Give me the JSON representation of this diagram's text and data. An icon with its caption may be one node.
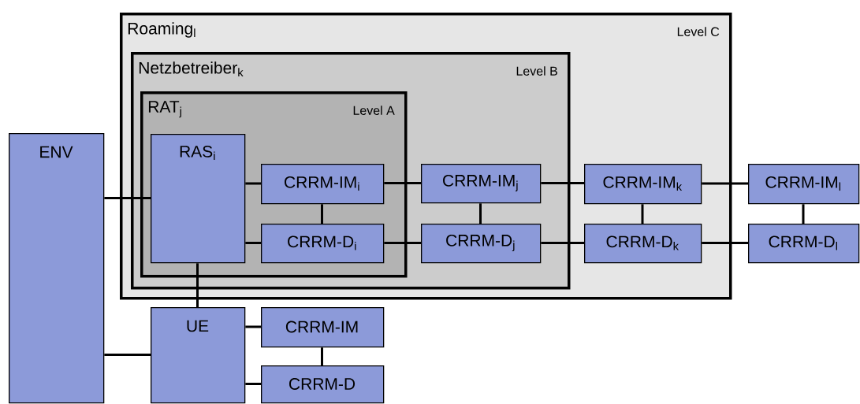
{
  "diagram": {
    "nodes": [
      {
        "text": [
          "Roaming$_{l}$",
          "Level C"
        ]
      },
      {
        "text": [
          "Netzbetreiber$_{k}$",
          "Level B"
        ],
        "in": 0
      },
      {
        "text": [
          "RAT$_{j}$",
          "Level A"
        ],
        "in": 1
      },
      {
        "text": [
          "RAS$_{i}$"
        ],
        "in": 2
      },
      {
        "text": [
          "CRRM-IM$_{i}$"
        ],
        "in": 2
      },
      {
        "text": [
          "CRRM-D$_{i}$"
        ],
        "in": 2
      },
      {
        "text": [
          "CRRM-IM$_{j}$"
        ],
        "in": 1
      },
      {
        "text": [
          "CRRM-D$_{j}$"
        ],
        "in": 1
      },
      {
        "text": [
          "CRRM-IM$_{k}$"
        ],
        "in": 0
      },
      {
        "text": [
          "CRRM-D$_{k}$"
        ],
        "in": 0
      },
      {
        "text": [
          "CRRM-IM$_{l}$"
        ]
      },
      {
        "text": [
          "CRRM-D$_{l}$"
        ]
      },
      {
        "text": [
          "ENV"
        ]
      },
      {
        "text": [
          "UE"
        ]
      },
      {
        "text": [
          "CRRM-IM"
        ]
      },
      {
        "text": [
          "CRRM-D"
        ]
      }
    ],
    "edges": [
      {
        "from": 12,
        "to": 3,
        "arrow": "none"
      },
      {
        "from": 3,
        "to": 4,
        "arrow": "none"
      },
      {
        "from": 3,
        "to": 5,
        "arrow": "none"
      },
      {
        "from": 4,
        "to": 5,
        "arrow": "none"
      },
      {
        "from": 4,
        "to": 6,
        "arrow": "none"
      },
      {
        "from": 5,
        "to": 7,
        "arrow": "none"
      },
      {
        "from": 6,
        "to": 7,
        "arrow": "none"
      },
      {
        "from": 6,
        "to": 8,
        "arrow": "none"
      },
      {
        "from": 7,
        "to": 9,
        "arrow": "none"
      },
      {
        "from": 8,
        "to": 9,
        "arrow": "none"
      },
      {
        "from": 8,
        "to": 10,
        "arrow": "none"
      },
      {
        "from": 9,
        "to": 11,
        "arrow": "none"
      },
      {
        "from": 10,
        "to": 11,
        "arrow": "none"
      },
      {
        "from": 3,
        "to": 13,
        "arrow": "none"
      },
      {
        "from": 12,
        "to": 13,
        "arrow": "none"
      },
      {
        "from": 13,
        "to": 14,
        "arrow": "none"
      },
      {
        "from": 13,
        "to": 15,
        "arrow": "none"
      },
      {
        "from": 14,
        "to": 15,
        "arrow": "none"
      }
    ]
  }
}
